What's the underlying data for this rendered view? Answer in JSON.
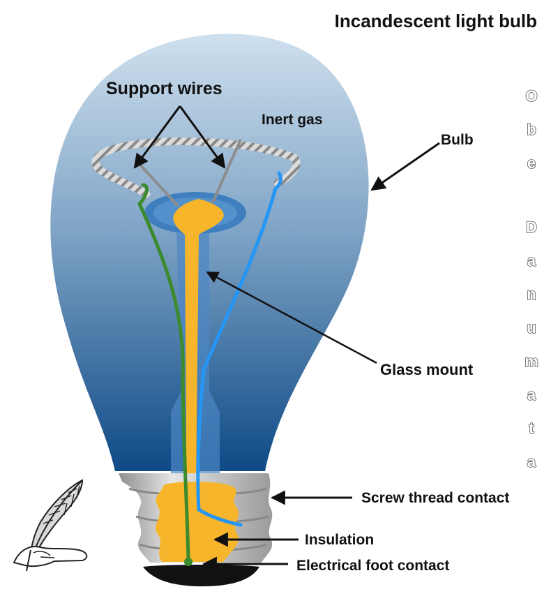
{
  "title": "Incandescent light bulb",
  "labels": {
    "support_wires": "Support wires",
    "inert_gas": "Inert gas",
    "bulb": "Bulb",
    "glass_mount": "Glass mount",
    "screw_thread_contact": "Screw thread contact",
    "insulation": "Insulation",
    "electrical_foot_contact": "Electrical foot contact"
  },
  "watermark": {
    "letters": [
      "O",
      "b",
      "e",
      "",
      "D",
      "a",
      "n",
      "u",
      "m",
      "a",
      "t",
      "a"
    ]
  },
  "colors": {
    "bulb_top": "#cfe0ee",
    "bulb_bottom": "#0e4a86",
    "glass_mount": "#f6b52b",
    "green_wire": "#3c8a2e",
    "blue_wire": "#2596f3",
    "screw_base": "#bdbdbd",
    "foot": "#111111"
  },
  "icons": {
    "logo": "quill-pen-hand-icon"
  }
}
